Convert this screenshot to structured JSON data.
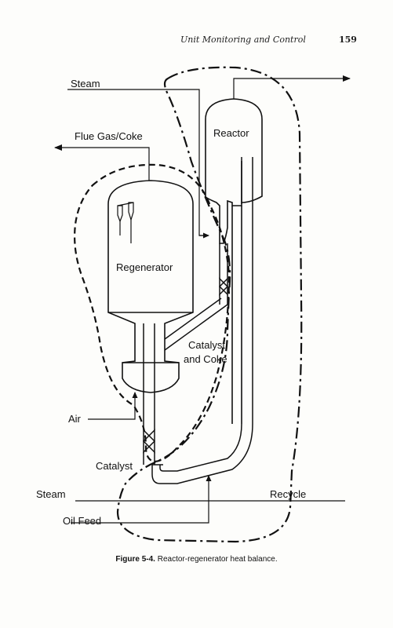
{
  "header": {
    "running_title": "Unit Monitoring and Control",
    "page_number": "159"
  },
  "labels": {
    "steam_top": "Steam",
    "flue_gas": "Flue Gas/Coke",
    "reactor": "Reactor",
    "regenerator": "Regenerator",
    "catalyst_coke_1": "Catalyst",
    "catalyst_coke_2": "and Coke",
    "air": "Air",
    "catalyst": "Catalyst",
    "steam_bottom": "Steam",
    "recycle": "Recycle",
    "oil_feed": "Oil Feed"
  },
  "caption": {
    "figure": "Figure 5-4.",
    "text": "Reactor-regenerator heat balance."
  }
}
